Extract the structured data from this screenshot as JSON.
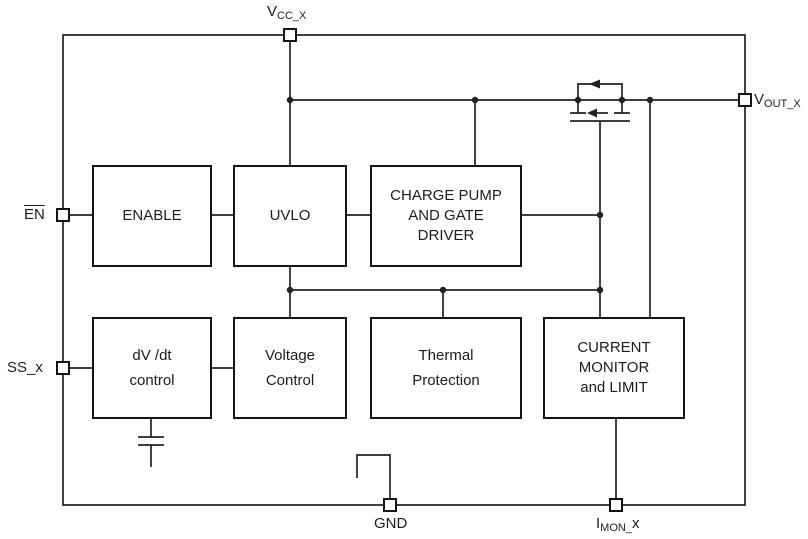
{
  "diagram_title": "load-switch-functional-block-diagram",
  "colors": {
    "line": "#222222",
    "text": "#1c1c1c",
    "background": "#ffffff"
  },
  "pins": {
    "vcc": {
      "base": "V",
      "sub": "CC_X"
    },
    "vout": {
      "base": "V",
      "sub": "OUT_X"
    },
    "en": {
      "label": "EN"
    },
    "ss": {
      "label": "SS_x"
    },
    "gnd": {
      "label": "GND"
    },
    "imon": {
      "base": "I",
      "sub": "MON_",
      "suffix": "x"
    }
  },
  "blocks": {
    "enable": {
      "lines": [
        "ENABLE"
      ]
    },
    "uvlo": {
      "lines": [
        "UVLO"
      ]
    },
    "charge_pump": {
      "lines": [
        "CHARGE PUMP",
        "AND GATE",
        "DRIVER"
      ]
    },
    "dvdt": {
      "lines": [
        "dV /dt",
        "control"
      ]
    },
    "voltage_control": {
      "lines": [
        "Voltage",
        "Control"
      ]
    },
    "thermal": {
      "lines": [
        "Thermal",
        "Protection"
      ]
    },
    "current_monitor": {
      "lines": [
        "CURRENT",
        "MONITOR",
        "and LIMIT"
      ]
    }
  }
}
